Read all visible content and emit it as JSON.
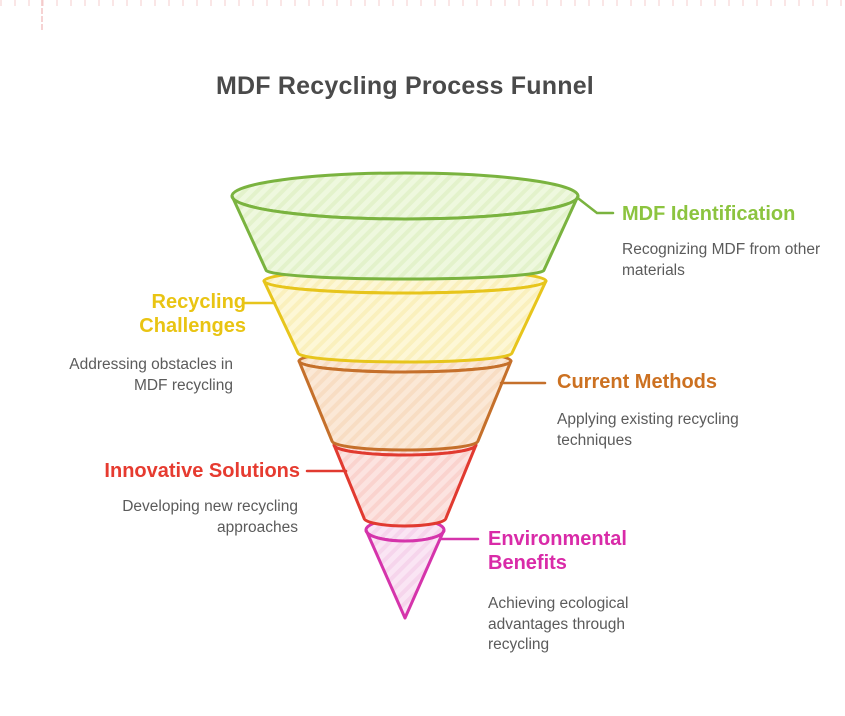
{
  "title": "MDF Recycling Process Funnel",
  "diagram_type": "funnel",
  "stages": [
    {
      "name": "MDF Identification",
      "description": "Recognizing MDF from other materials",
      "color": "#8cc43f",
      "fill": "#eef8de",
      "stroke": "#7ab33f"
    },
    {
      "name": "Recycling Challenges",
      "description": "Addressing obstacles in MDF recycling",
      "color": "#e9c413",
      "fill": "#fdf7d6",
      "stroke": "#e7c51c"
    },
    {
      "name": "Current Methods",
      "description": "Applying existing recycling techniques",
      "color": "#cc7121",
      "fill": "#fbe8d6",
      "stroke": "#c5702b"
    },
    {
      "name": "Innovative Solutions",
      "description": "Developing new recycling approaches",
      "color": "#e63b30",
      "fill": "#fce3e0",
      "stroke": "#e13a30"
    },
    {
      "name": "Environmental Benefits",
      "description": "Achieving ecological advantages through recycling",
      "color": "#d92ba8",
      "fill": "#fae5f4",
      "stroke": "#d534ab"
    }
  ],
  "text_colors": {
    "title": "#4a4a4a",
    "description": "#5b5b5b"
  }
}
